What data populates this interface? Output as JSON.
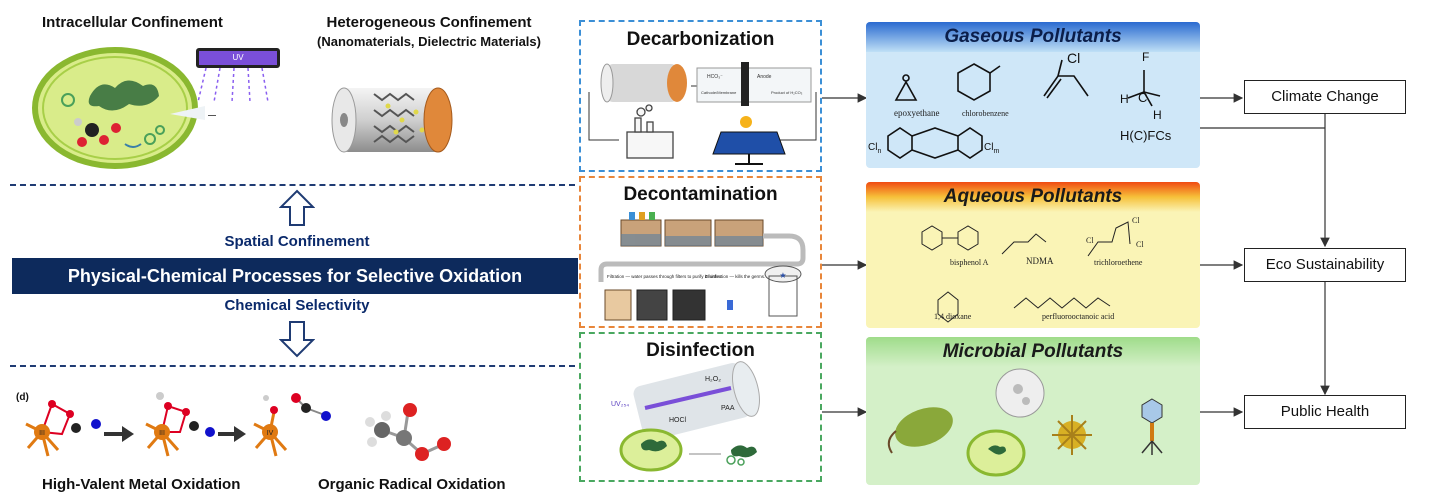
{
  "left": {
    "top_left_title": "Intracellular Confinement",
    "uv_label": "UV",
    "top_right_title": "Heterogeneous Confinement",
    "top_right_subtitle": "(Nanomaterials, Dielectric Materials)",
    "spatial_label": "Spatial Confinement",
    "banner": "Physical-Chemical Processes for Selective Oxidation",
    "chemical_label": "Chemical Selectivity",
    "panel_letter": "(d)",
    "metal_states": [
      "III",
      "III",
      "IV"
    ],
    "bottom_left_title": "High-Valent Metal Oxidation",
    "bottom_right_title": "Organic Radical Oxidation"
  },
  "processes": {
    "decarbonization": {
      "title": "Decarbonization",
      "device_labels": [
        "HCO₃⁻",
        "Cathode/Membrane",
        "Anode",
        "Product of H₂CO₃"
      ]
    },
    "decontamination": {
      "title": "Decontamination",
      "filtration_note": "Filtration — water passes through filters to purify it further.",
      "disinfection_note": "Disinfection — kills the germs."
    },
    "disinfection": {
      "title": "Disinfection",
      "reactor_labels": [
        "H₂O₂",
        "UV₂₅₄",
        "HOCl",
        "PAA"
      ]
    }
  },
  "categories": {
    "gaseous": {
      "title": "Gaseous Pollutants",
      "compounds": [
        "epoxyethane",
        "chlorobenzene",
        "Cl",
        "F",
        "C",
        "H",
        "H",
        "H(C)FCs",
        "Cl",
        "Cl",
        "n",
        "m"
      ],
      "colors": {
        "header": "#1f5fbf",
        "body": "#cfe7f8"
      }
    },
    "aqueous": {
      "title": "Aqueous Pollutants",
      "compounds": [
        "bisphenol A",
        "NDMA",
        "trichloroethene",
        "1,4 dioxane",
        "perfluorooctanoic acid",
        "Cl",
        "Cl",
        "Cl"
      ],
      "colors": {
        "header": "#f05a1a",
        "body": "#faf4b6"
      }
    },
    "microbial": {
      "title": "Microbial Pollutants",
      "colors": {
        "header": "#5fbf50",
        "body": "#d4f0c8"
      }
    }
  },
  "outcomes": [
    "Climate Change",
    "Eco Sustainability",
    "Public Health"
  ]
}
